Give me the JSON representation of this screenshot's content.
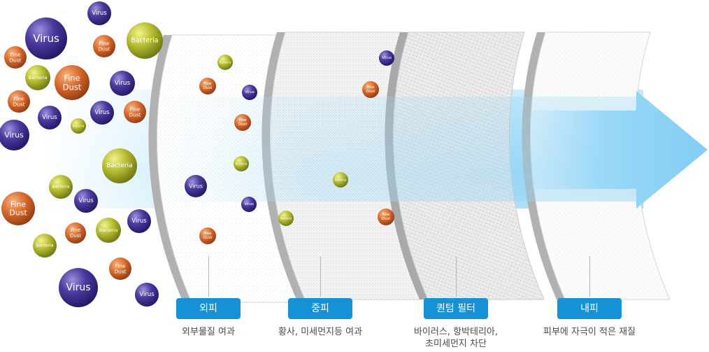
{
  "particle_labels": {
    "virus": "Virus",
    "bacteria": "Bacteria",
    "fine_dust_line1": "Fine",
    "fine_dust_line2": "Dust"
  },
  "layers": [
    {
      "label": "외피",
      "description": "외부물질 여과"
    },
    {
      "label": "중피",
      "description": "황사, 미세먼지등 여과"
    },
    {
      "label": "퀀텀 필터",
      "description_line1": "바이러스, 항박테리아,",
      "description_line2": "초미세먼지 차단"
    },
    {
      "label": "내피",
      "description": "피부에 자극이 적은 재질"
    }
  ],
  "colors": {
    "virus": "#3a2a86",
    "bacteria": "#a9b32a",
    "fine_dust": "#d2602a",
    "label_background": "#1591d5",
    "airflow": "#8fd1f4"
  }
}
